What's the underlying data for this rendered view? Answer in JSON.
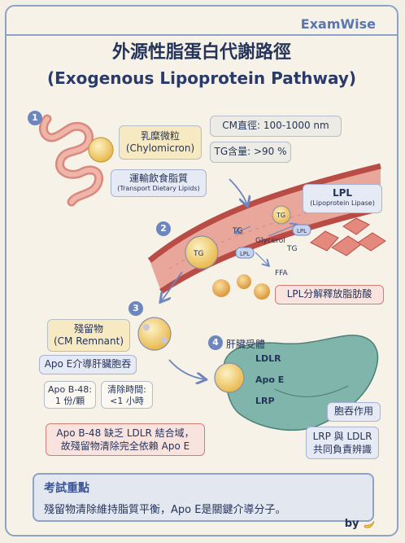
{
  "brand": "ExamWise",
  "title": "外源性脂蛋白代謝路徑",
  "subtitle": "(Exogenous Lipoprotein Pathway)",
  "steps": {
    "s1": "1",
    "s2": "2",
    "s3": "3",
    "s4": "4"
  },
  "chylomicron": {
    "zh": "乳糜微粒",
    "en": "(Chylomicron)"
  },
  "cm_size": "CM直徑: 100-1000 nm",
  "tg_content": "TG含量: >90 %",
  "transport": {
    "zh": "運輸飲食脂質",
    "en": "(Transport Dietary Lipids)"
  },
  "lpl_box": {
    "abbr": "LPL",
    "en": "(Lipoprotein Lipase)"
  },
  "vessel_labels": {
    "tg1": "TG",
    "tg2": "TG",
    "tg_particle": "TG",
    "glycerol": "Glycerol",
    "ffa": "FFA",
    "lpl1": "LPL",
    "lpl2": "LPL",
    "lpl_tag": "TG"
  },
  "lpl_action": "LPL分解釋放脂肪酸",
  "remnant": {
    "zh": "殘留物",
    "en": "(CM Remnant)"
  },
  "apoe_uptake": "Apo E介導肝臟胞吞",
  "apob48": {
    "line1": "Apo B-48:",
    "line2": "1 份/顆"
  },
  "clearance": {
    "line1": "清除時間:",
    "line2": "<1 小時"
  },
  "note": {
    "line1": "Apo B-48 缺乏 LDLR 結合域，",
    "line2": "故殘留物清除完全依賴 Apo E"
  },
  "liver": {
    "title": "肝臟受體",
    "ldlr": "LDLR",
    "apoe": "Apo E",
    "lrp": "LRP",
    "endocytosis": "胞吞作用",
    "recognition": {
      "line1": "LRP 與 LDLR",
      "line2": "共同負責辨識"
    }
  },
  "exam": {
    "heading": "考試重點",
    "text": "殘留物清除維持脂質平衡，Apo E是關鍵介導分子。"
  },
  "byline": "by",
  "colors": {
    "accent": "#6d86bd",
    "vessel": "#c9605a",
    "liver": "#6fa9a0",
    "particle": "#f3d27a",
    "warning": "#d47b72"
  }
}
